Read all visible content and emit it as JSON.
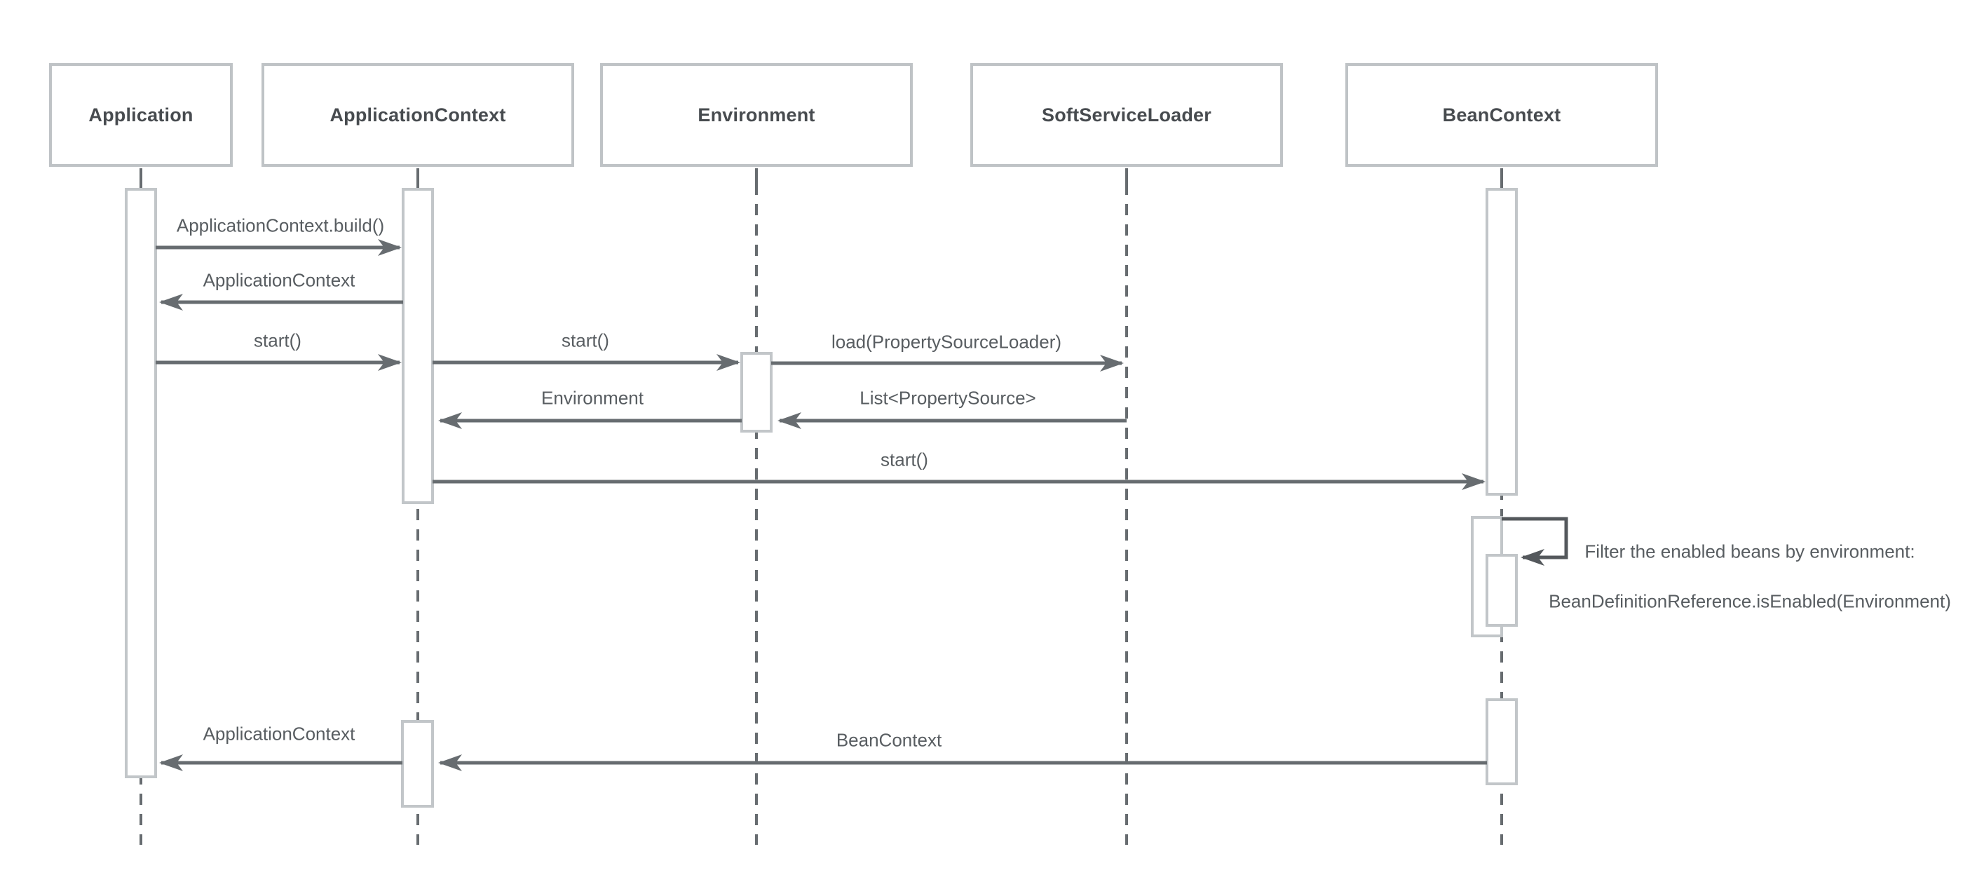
{
  "diagram": {
    "type": "sequence-diagram",
    "participants": [
      {
        "id": "application",
        "label": "Application"
      },
      {
        "id": "application-context",
        "label": "ApplicationContext"
      },
      {
        "id": "environment",
        "label": "Environment"
      },
      {
        "id": "soft-service-loader",
        "label": "SoftServiceLoader"
      },
      {
        "id": "bean-context",
        "label": "BeanContext"
      }
    ],
    "messages": [
      {
        "label": "ApplicationContext.build()",
        "from": "Application",
        "to": "ApplicationContext",
        "kind": "call"
      },
      {
        "label": "ApplicationContext",
        "from": "ApplicationContext",
        "to": "Application",
        "kind": "return"
      },
      {
        "label": "start()",
        "from": "Application",
        "to": "ApplicationContext",
        "kind": "call"
      },
      {
        "label": "start()",
        "from": "ApplicationContext",
        "to": "Environment",
        "kind": "call"
      },
      {
        "label": "load(PropertySourceLoader)",
        "from": "Environment",
        "to": "SoftServiceLoader",
        "kind": "call"
      },
      {
        "label": "Environment",
        "from": "Environment",
        "to": "ApplicationContext",
        "kind": "return"
      },
      {
        "label": "List<PropertySource>",
        "from": "SoftServiceLoader",
        "to": "Environment",
        "kind": "return"
      },
      {
        "label": "start()",
        "from": "ApplicationContext",
        "to": "BeanContext",
        "kind": "call"
      },
      {
        "label": "Filter the enabled beans by environment: BeanDefinitionReference.isEnabled(Environment)",
        "from": "BeanContext",
        "to": "BeanContext",
        "kind": "self"
      },
      {
        "label": "BeanContext",
        "from": "BeanContext",
        "to": "ApplicationContext",
        "kind": "return"
      },
      {
        "label": "ApplicationContext",
        "from": "ApplicationContext",
        "to": "Application",
        "kind": "return"
      }
    ],
    "self_message_note": {
      "line1": "Filter the enabled beans by environment:",
      "line2": "BeanDefinitionReference.isEnabled(Environment)"
    },
    "colors": {
      "background": "#ffffff",
      "box_border": "#bfc3c6",
      "activation_border": "#c2c6c9",
      "line": "#676c70",
      "self_loop_line": "#54585c",
      "message_text": "#585d61",
      "participant_text": "#474b4f"
    }
  }
}
